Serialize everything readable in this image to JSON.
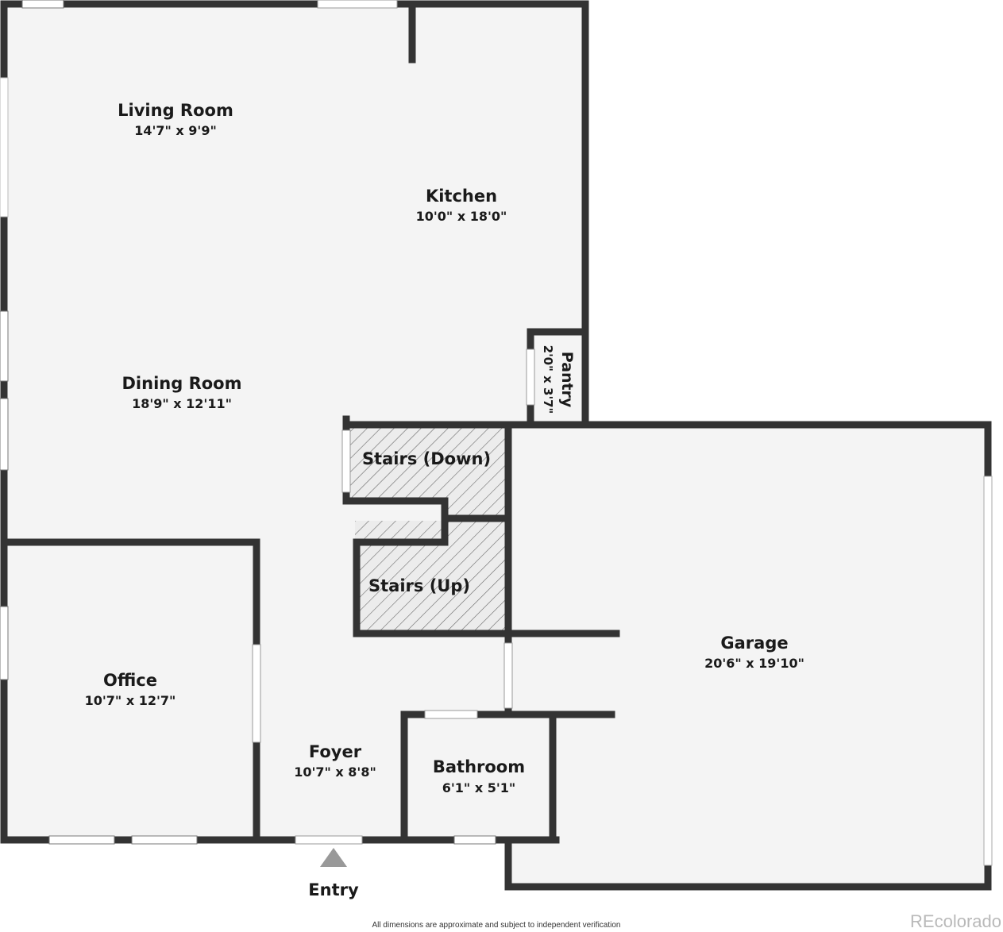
{
  "colors": {
    "wall": "#333333",
    "floor": "#f4f4f4",
    "window": "#ffffff",
    "hatch": "#6a6a6a"
  },
  "rooms": {
    "living_room": {
      "name": "Living Room",
      "dims": "14'7\" x 9'9\""
    },
    "kitchen": {
      "name": "Kitchen",
      "dims": "10'0\" x 18'0\""
    },
    "pantry": {
      "name": "Pantry",
      "dims": "2'0\" x 3'7\""
    },
    "dining_room": {
      "name": "Dining Room",
      "dims": "18'9\" x 12'11\""
    },
    "stairs_down": {
      "name": "Stairs (Down)"
    },
    "stairs_up": {
      "name": "Stairs (Up)"
    },
    "office": {
      "name": "Office",
      "dims": "10'7\" x 12'7\""
    },
    "garage": {
      "name": "Garage",
      "dims": "20'6\" x 19'10\""
    },
    "foyer": {
      "name": "Foyer",
      "dims": "10'7\" x 8'8\""
    },
    "bathroom": {
      "name": "Bathroom",
      "dims": "6'1\" x 5'1\""
    }
  },
  "entry": {
    "label": "Entry"
  },
  "footer": {
    "disclaimer": "All dimensions are approximate and subject to independent verification",
    "watermark": "REcolorado"
  }
}
